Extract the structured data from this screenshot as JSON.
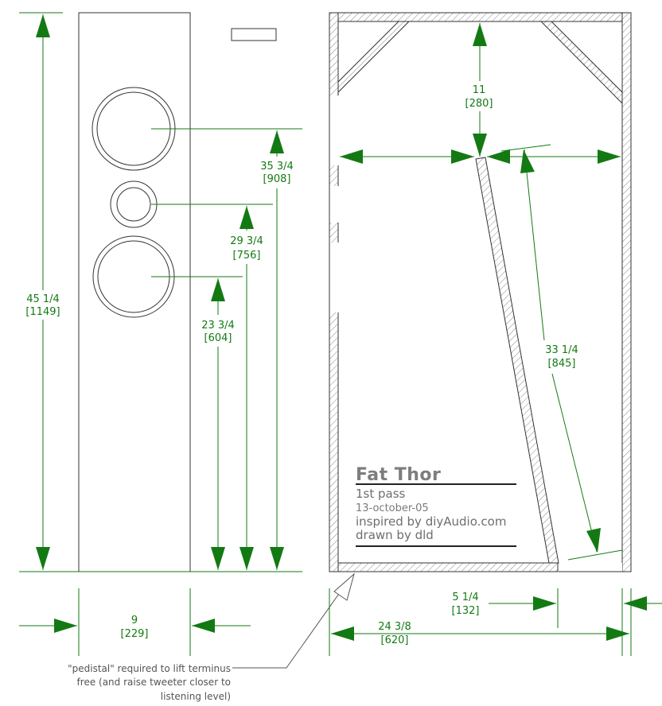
{
  "front_view": {
    "height": {
      "inches": "45 1/4",
      "mm": "[1149]"
    },
    "width": {
      "inches": "9",
      "mm": "[229]"
    },
    "woofer_upper_center": {
      "inches": "35 3/4",
      "mm": "[908]"
    },
    "tweeter_center": {
      "inches": "29 3/4",
      "mm": "[756]"
    },
    "woofer_lower_center": {
      "inches": "23 3/4",
      "mm": "[604]"
    }
  },
  "side_view": {
    "top_clearance": {
      "inches": "11",
      "mm": "[280]"
    },
    "divider_length": {
      "inches": "33 1/4",
      "mm": "[845]"
    },
    "mouth_width": {
      "inches": "5 1/4",
      "mm": "[132]"
    },
    "depth": {
      "inches": "24 3/8",
      "mm": "[620]"
    }
  },
  "title_block": {
    "name": "Fat Thor",
    "subtitle": "1st pass",
    "date": "13-october-05",
    "inspired": "inspired by diyAudio.com",
    "drawn": "drawn by dld"
  },
  "note": {
    "line1": "\"pedistal\" required to lift terminus",
    "line2": "free (and raise tweeter closer to",
    "line3": "listening level)"
  },
  "colors": {
    "dimension": "#137a13",
    "outline": "#333333",
    "hatch": "#888888"
  }
}
